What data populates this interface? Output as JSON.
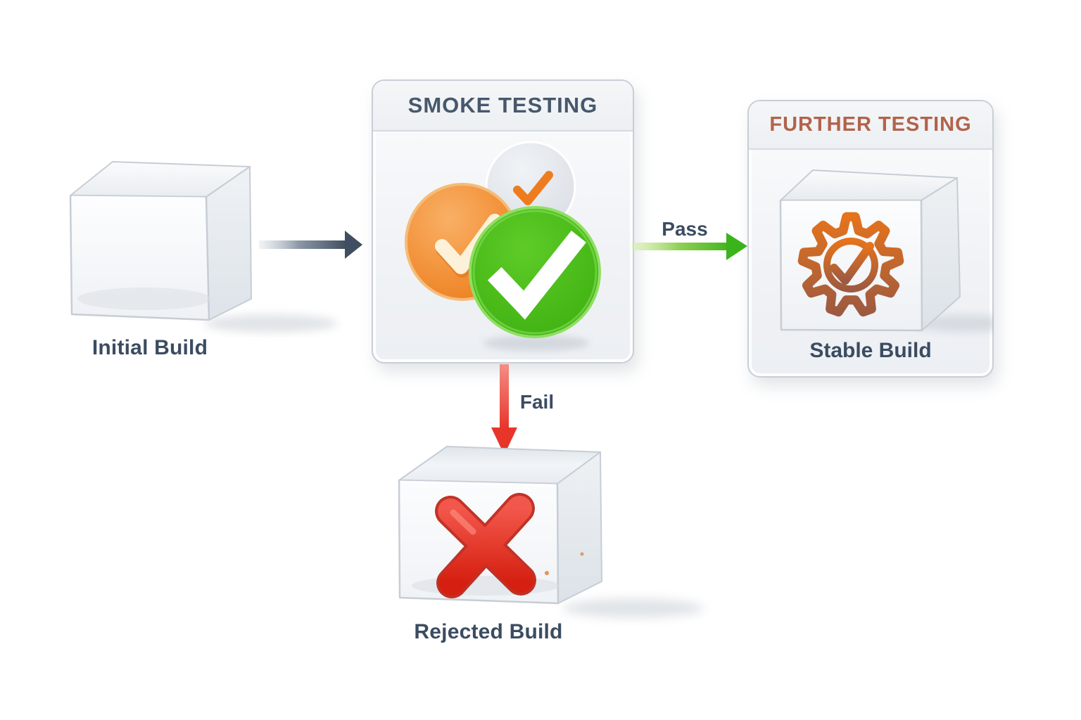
{
  "nodes": {
    "initial_build": {
      "label": "Initial Build"
    },
    "smoke_testing": {
      "title": "SMOKE TESTING",
      "icon": "triple-checkmark-badges-icon"
    },
    "further_testing": {
      "title": "FURTHER TESTING",
      "label": "Stable Build",
      "icon": "gear-check-icon"
    },
    "rejected_build": {
      "label": "Rejected Build",
      "icon": "red-cross-icon"
    }
  },
  "edges": {
    "initial_to_smoke": {
      "label": "",
      "color": "#3f4e60"
    },
    "pass": {
      "label": "Pass",
      "color": "#3cb41d"
    },
    "fail": {
      "label": "Fail",
      "color": "#e7352a"
    }
  },
  "colors": {
    "background": "#ffffff",
    "smoke_title": "#47586c",
    "further_title": "#b2634a",
    "node_label": "#3b4c61",
    "check_orange": "#ee7c1e",
    "check_green": "#3fae19",
    "gear_rust": "#b96236",
    "cross_red": "#d92114"
  }
}
